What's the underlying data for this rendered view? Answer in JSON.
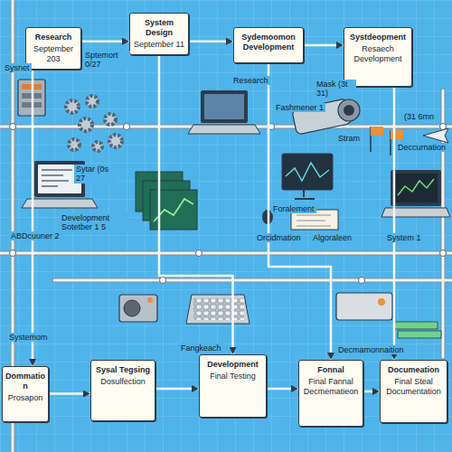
{
  "diagram": {
    "nodes": [
      {
        "text": [
          "Research",
          "September 203"
        ]
      },
      {
        "text": [
          "System Design",
          "September 11"
        ]
      },
      {
        "text": [
          "Sydemoomon Development"
        ]
      },
      {
        "text": [
          "Systdeopment",
          "Resaech Development"
        ]
      },
      {
        "text": [
          "Dommation",
          "Prosapon"
        ]
      },
      {
        "text": [
          "Sysal Tegsing",
          "Dosulfection"
        ]
      },
      {
        "text": [
          "Development",
          "Final Testing"
        ]
      },
      {
        "text": [
          "Fonnal",
          "Final Fannal Decmematieon"
        ]
      },
      {
        "text": [
          "Documeation",
          "Final Steal Documentation"
        ]
      }
    ],
    "edges": [
      {
        "from": 0,
        "to": 1,
        "arrow": "to"
      },
      {
        "from": 1,
        "to": 2,
        "arrow": "to"
      },
      {
        "from": 2,
        "to": 3,
        "arrow": "to"
      },
      {
        "from": 0,
        "to": 4,
        "arrow": "to"
      },
      {
        "from": 1,
        "to": 6,
        "arrow": "to"
      },
      {
        "from": 2,
        "to": 7,
        "arrow": "to"
      },
      {
        "from": 3,
        "to": 8,
        "arrow": "to"
      },
      {
        "from": 4,
        "to": 5,
        "arrow": "to"
      },
      {
        "from": 5,
        "to": 6,
        "arrow": "to"
      },
      {
        "from": 6,
        "to": 7,
        "arrow": "to"
      },
      {
        "from": 7,
        "to": 8,
        "arrow": "to"
      }
    ],
    "labels": [
      "Sptemort 0/27",
      "Research",
      "Fashmener 1",
      "Mask (3t 31)",
      "Stram",
      "(31 6mn",
      "Deccurnation",
      "Sytar (0s 27",
      "Development Sotetber 1 5",
      "ABDcuuner 2",
      "Foralement",
      "Orcidmation",
      "Algoraleen",
      "System 1",
      "Systemom",
      "Fangkeach",
      "Decmamonnaition",
      "Sysnet"
    ]
  }
}
